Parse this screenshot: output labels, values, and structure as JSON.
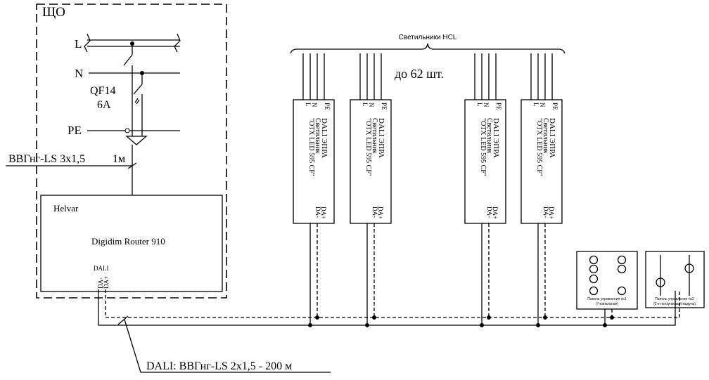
{
  "cabinet": {
    "label": "ЩО"
  },
  "lines": {
    "L": "L",
    "N": "N",
    "PE": "PE"
  },
  "breaker": {
    "name": "QF14",
    "rating": "6А"
  },
  "feed": {
    "cable": "ВВГнг-LS 3х1,5",
    "length": "1м"
  },
  "router": {
    "brand": "Helvar",
    "model": "Digidim Router 910",
    "port": "DALI",
    "pins": [
      "DA-",
      "DA+"
    ]
  },
  "group": {
    "title": "Светильники HCL",
    "count": "до 62 шт."
  },
  "luminaire": {
    "terms_top": [
      "L",
      "N",
      "PE"
    ],
    "lines": [
      "DALI ЭПРА",
      "Светильник",
      "\"OTX LED 595 CF\""
    ],
    "terms_bottom": [
      "DA-",
      "DA+"
    ]
  },
  "luminaires": [
    {
      "id": 1
    },
    {
      "id": 2
    },
    {
      "id": 3
    },
    {
      "id": 4
    }
  ],
  "panels": [
    {
      "line1": "Панель управления №1",
      "line2": "(7-канальная)"
    },
    {
      "line1": "Панель управления №2",
      "line2": "(2-х ползунковый модуль)"
    }
  ],
  "dali_cable": "DALI: ВВГнг-LS 2х1,5 - 200 м"
}
